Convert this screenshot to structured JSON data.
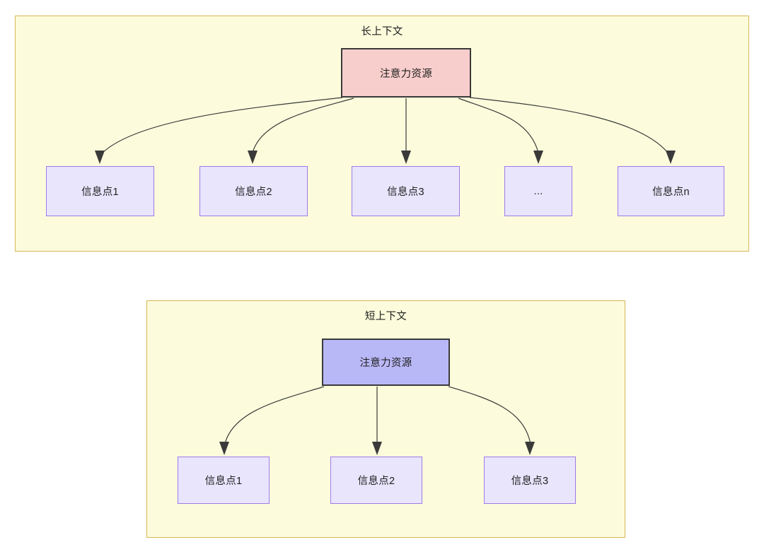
{
  "diagram": {
    "title_long": "长上下文",
    "title_short": "短上下文",
    "colors": {
      "panel_fill": "#FCFCDC",
      "panel_stroke": "#D6B656",
      "root_red_fill": "#F8CECC",
      "root_blue_fill": "#B9B8F7",
      "root_stroke": "#3A3A3A",
      "info_fill": "#E8E5FC",
      "info_stroke": "#9F7AEA",
      "edge_stroke": "#3A3A3A"
    }
  },
  "panel_long": {
    "title": "长上下文",
    "root": {
      "label": "注意力资源"
    },
    "info_nodes": [
      {
        "label": "信息点1"
      },
      {
        "label": "信息点2"
      },
      {
        "label": "信息点3"
      },
      {
        "label": "..."
      },
      {
        "label": "信息点n"
      }
    ]
  },
  "panel_short": {
    "title": "短上下文",
    "root": {
      "label": "注意力资源"
    },
    "info_nodes": [
      {
        "label": "信息点1"
      },
      {
        "label": "信息点2"
      },
      {
        "label": "信息点3"
      }
    ]
  }
}
